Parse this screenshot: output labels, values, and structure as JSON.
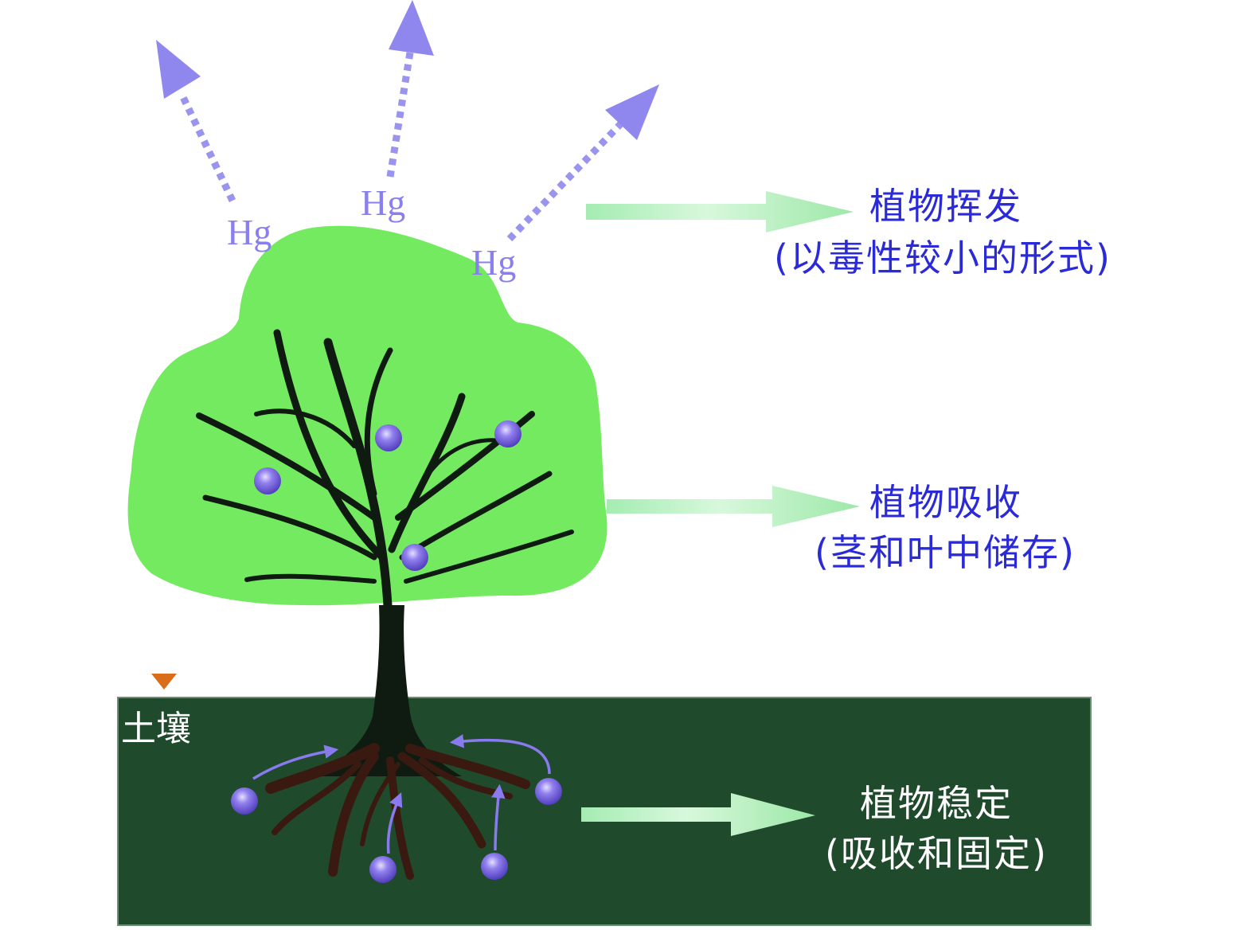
{
  "soil": {
    "label": "土壤"
  },
  "mercury": {
    "symbol_1": "Hg",
    "symbol_2": "Hg",
    "symbol_3": "Hg"
  },
  "processes": {
    "volatilization": {
      "title": "植物挥发",
      "detail": "(以毒性较小的形式)"
    },
    "extraction": {
      "title": "植物吸收",
      "detail": "(茎和叶中储存)"
    },
    "stabilization": {
      "title": "植物稳定",
      "detail": "(吸收和固定)"
    }
  },
  "colors": {
    "canopy": "#74ea61",
    "soil": "#1f4a2c",
    "trunk": "#0f1a10",
    "roots": "#3a1a10",
    "mercury": "#7a68dc",
    "mercury_text": "#8a7fef",
    "blue_text": "#2a2ad8",
    "arrow_green": "#b8f0c0",
    "water_marker": "#d96d1a"
  }
}
